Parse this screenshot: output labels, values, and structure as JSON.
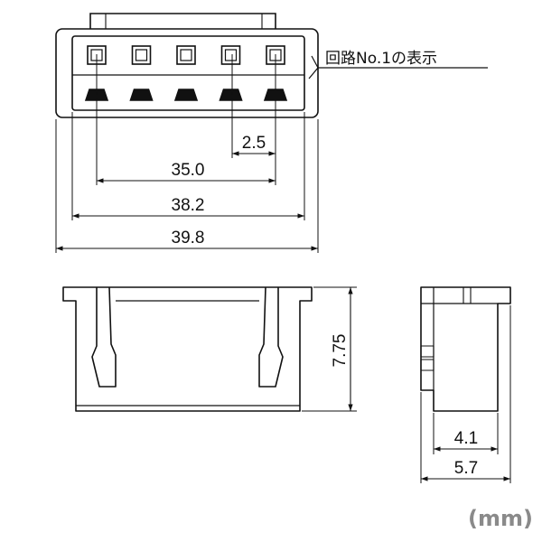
{
  "callout": {
    "pin_label": "回路No.1の表示"
  },
  "dimensions": {
    "pitch": "2.5",
    "pin_span": "35.0",
    "inner_width": "38.2",
    "overall_width": "39.8",
    "height": "7.75",
    "inner_depth": "4.1",
    "overall_depth": "5.7"
  },
  "unit": "(mm)",
  "pin_count": 5
}
